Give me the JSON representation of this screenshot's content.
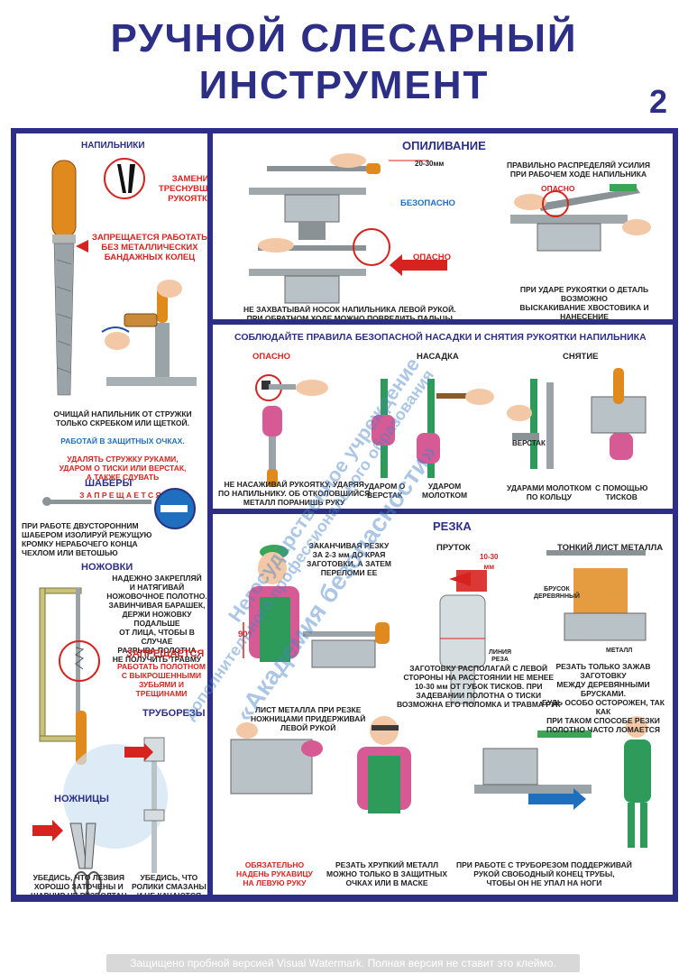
{
  "header": {
    "title_line1": "РУЧНОЙ СЛЕСАРНЫЙ",
    "title_line2": "ИНСТРУМЕНТ",
    "page_number": "2"
  },
  "files": {
    "heading": "НАПИЛЬНИКИ",
    "replace_handle": "ЗАМЕНИ\nТРЕСНУВШУЮ\nРУКОЯТКУ",
    "forbidden_no_rings": "ЗАПРЕЩАЕТСЯ РАБОТАТЬ\nБЕЗ МЕТАЛЛИЧЕСКИХ\nБАНДАЖНЫХ КОЛЕЦ",
    "clean_text_1": "ОЧИЩАЙ НАПИЛЬНИК ОТ СТРУЖКИ\nТОЛЬКО СКРЕБКОМ ИЛИ ЩЕТКОЙ.",
    "clean_text_2": "РАБОТАЙ В ЗАЩИТНЫХ ОЧКАХ.",
    "clean_text_3": "УДАЛЯТЬ СТРУЖКУ РУКАМИ,\nУДАРОМ О ТИСКИ ИЛИ ВЕРСТАК,\nА ТАКЖЕ СДУВАТЬ",
    "clean_text_4": "З А П Р Е Щ А Е Т С Я !"
  },
  "scrapers": {
    "heading": "ШАБЕРЫ",
    "text": "ПРИ РАБОТЕ ДВУСТОРОННИМ\nШАБЕРОМ ИЗОЛИРУЙ РЕЖУЩУЮ\nКРОМКУ НЕРАБОЧЕГО КОНЦА\nЧЕХЛОМ ИЛИ ВЕТОШЬЮ"
  },
  "hacksaws": {
    "heading": "НОЖОВКИ",
    "text": "НАДЕЖНО ЗАКРЕПЛЯЙ\nИ НАТЯГИВАЙ\nНОЖОВОЧНОЕ ПОЛОТНО.\nЗАВИНЧИВАЯ БАРАШЕК,\nДЕРЖИ НОЖОВКУ ПОДАЛЬШЕ\nОТ ЛИЦА, ЧТОБЫ В СЛУЧАЕ\nРАЗРЫВА ПОЛОТНА\nНЕ ПОЛУЧИТЬ ТРАВМУ",
    "forbidden_title": "ЗАПРЕЩАЕТСЯ",
    "forbidden_text": "РАБОТАТЬ ПОЛОТНОМ\nС ВЫКРОШЕННЫМИ\nЗУБЬЯМИ И ТРЕЩИНАМИ"
  },
  "pipecutters": {
    "heading": "ТРУБОРЕЗЫ",
    "text": "УБЕДИСЬ, ЧТО\nРОЛИКИ СМАЗАНЫ\nИ НЕ КАЧАЮТСЯ"
  },
  "scissors": {
    "heading": "НОЖНИЦЫ",
    "text": "УБЕДИСЬ, ЧТО ЛЕЗВИЯ\nХОРОШО ЗАТОЧЕНЫ И\nШАРНИР НЕ РАЗБОЛТАН"
  },
  "filing": {
    "heading": "ОПИЛИВАНИЕ",
    "dim": "20-30мм",
    "safe": "БЕЗОПАСНО",
    "danger": "ОПАСНО",
    "caption_left": "НЕ ЗАХВАТЫВАЙ НОСОК НАПИЛЬНИКА ЛЕВОЙ РУКОЙ.\nПРИ ОБРАТНОМ ХОДЕ МОЖНО ПОВРЕДИТЬ ПАЛЬЦЫ",
    "caption_right_top": "ПРАВИЛЬНО РАСПРЕДЕЛЯЙ УСИЛИЯ\nПРИ РАБОЧЕМ ХОДЕ НАПИЛЬНИКА",
    "danger_right": "ОПАСНО",
    "caption_right_bottom": "ПРИ УДАРЕ РУКОЯТКИ О ДЕТАЛЬ ВОЗМОЖНО\nВЫСКАКИВАНИЕ ХВОСТОВИКА И НАНЕСЕНИЕ\nИМ ТРАВМЫ"
  },
  "handle": {
    "heading": "СОБЛЮДАЙТЕ ПРАВИЛА БЕЗОПАСНОЙ НАСАДКИ И СНЯТИЯ РУКОЯТКИ НАПИЛЬНИКА",
    "danger": "ОПАСНО",
    "mounting": "НАСАДКА",
    "removal": "СНЯТИЕ",
    "workbench": "ВЕРСТАК",
    "cap1": "НЕ НАСАЖИВАЙ РУКОЯТКУ, УДАРЯЯ\nПО НАПИЛЬНИКУ. ОБ ОТКОЛОВШИЙСЯ\nМЕТАЛЛ ПОРАНИШЬ РУКУ",
    "cap2": "УДАРОМ О\nВЕРСТАК",
    "cap3": "УДАРОМ\nМОЛОТКОМ",
    "cap4": "УДАРАМИ МОЛОТКОМ\nПО КОЛЬЦУ",
    "cap5": "С ПОМОЩЬЮ\nТИСКОВ"
  },
  "cutting": {
    "heading": "РЕЗКА",
    "finish": "ЗАКАНЧИВАЯ РЕЗКУ\nЗА 2-3 мм ДО КРАЯ\nЗАГОТОВКИ, А ЗАТЕМ\nПЕРЕЛОМИ ЕЕ",
    "angle": "90°",
    "rod": "ПРУТОК",
    "rod_dim": "10-30\nмм",
    "cut_line": "ЛИНИЯ\nРЕЗА",
    "rod_text": "ЗАГОТОВКУ РАСПОЛАГАЙ С ЛЕВОЙ\nСТОРОНЫ НА РАССТОЯНИИ НЕ МЕНЕЕ\n10-30 мм ОТ ГУБОК ТИСКОВ. ПРИ\nЗАДЕВАНИИ ПОЛОТНА О ТИСКИ\nВОЗМОЖНА ЕГО ПОЛОМКА И ТРАВМА РУК",
    "sheet": "ТОНКИЙ ЛИСТ МЕТАЛЛА",
    "wood_bars": "БРУСОК\nДЕРЕВЯННЫЙ",
    "metal": "МЕТАЛЛ",
    "sheet_text": "РЕЗАТЬ ТОЛЬКО ЗАЖАВ ЗАГОТОВКУ\nМЕЖДУ ДЕРЕВЯННЫМИ БРУСКАМИ.\nБУДЬ ОСОБО ОСТОРОЖЕН, ТАК КАК\nПРИ ТАКОМ СПОСОБЕ РЕЗКИ\nПОЛОТНО ЧАСТО ЛОМАЕТСЯ",
    "shears_hold": "ЛИСТ МЕТАЛЛА ПРИ РЕЗКЕ\nНОЖНИЦАМИ ПРИДЕРЖИВАЙ\nЛЕВОЙ РУКОЙ",
    "glove": "ОБЯЗАТЕЛЬНО\nНАДЕНЬ РУКАВИЦУ\nНА ЛЕВУЮ РУКУ",
    "brittle": "РЕЗАТЬ ХРУПКИЙ МЕТАЛЛ\nМОЖНО ТОЛЬКО В ЗАЩИТНЫХ\nОЧКАХ ИЛИ В МАСКЕ",
    "pipe": "ПРИ РАБОТЕ С ТРУБОРЕЗОМ ПОДДЕРЖИВАЙ\nРУКОЙ СВОБОДНЫЙ КОНЕЦ ТРУБЫ,\nЧТОБЫ ОН НЕ УПАЛ НА НОГИ"
  },
  "watermark": {
    "line1": "Негосударственное учреждение",
    "line2": "«Академия безопасности»",
    "line3": "дополнительного профессионального образования",
    "bottom": "Защищено пробной версией Visual Watermark. Полная версия не ставит это клеймо."
  },
  "colors": {
    "brand_blue": "#2d2f86",
    "danger_red": "#d7231f",
    "accent_blue": "#1f6fbf"
  }
}
